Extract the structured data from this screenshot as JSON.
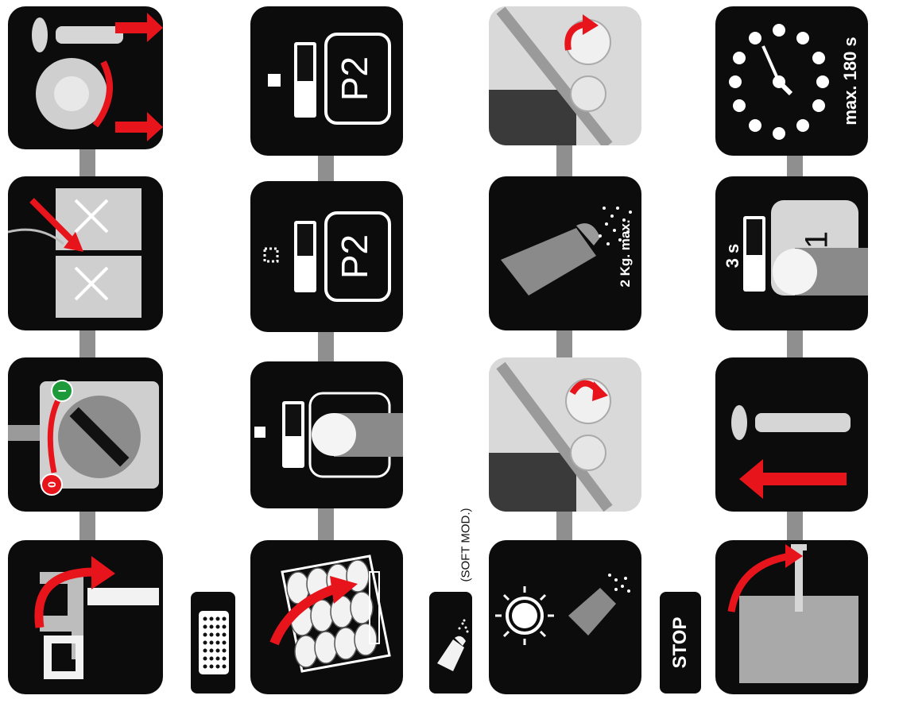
{
  "labels": {
    "p2_code": "P2",
    "salt_max": "2 Kg. max.",
    "hold_time": "3 s",
    "key_number": "1",
    "max_time": "max. 180 s",
    "soft_mod": "(SOFT MOD.)",
    "stop": "STOP",
    "switch_off": "0",
    "switch_on": "I"
  },
  "colors": {
    "tile": "#0c0c0c",
    "arrow": "#e8141b",
    "switch_on": "#1f9a3b",
    "connector": "#8f8f8f"
  },
  "icons": [
    "water-tap-icon",
    "rotary-switch-icon",
    "detergent-containers-icon",
    "spray-arm-icon",
    "grid-keypad-icon",
    "dish-rack-icon",
    "finger-press-icon",
    "program-p2-icon",
    "salt-shaker-icon",
    "sun-icon",
    "salt-cap-icon",
    "stop-icon",
    "door-open-icon",
    "wash-arm-insert-icon",
    "clock-icon"
  ]
}
